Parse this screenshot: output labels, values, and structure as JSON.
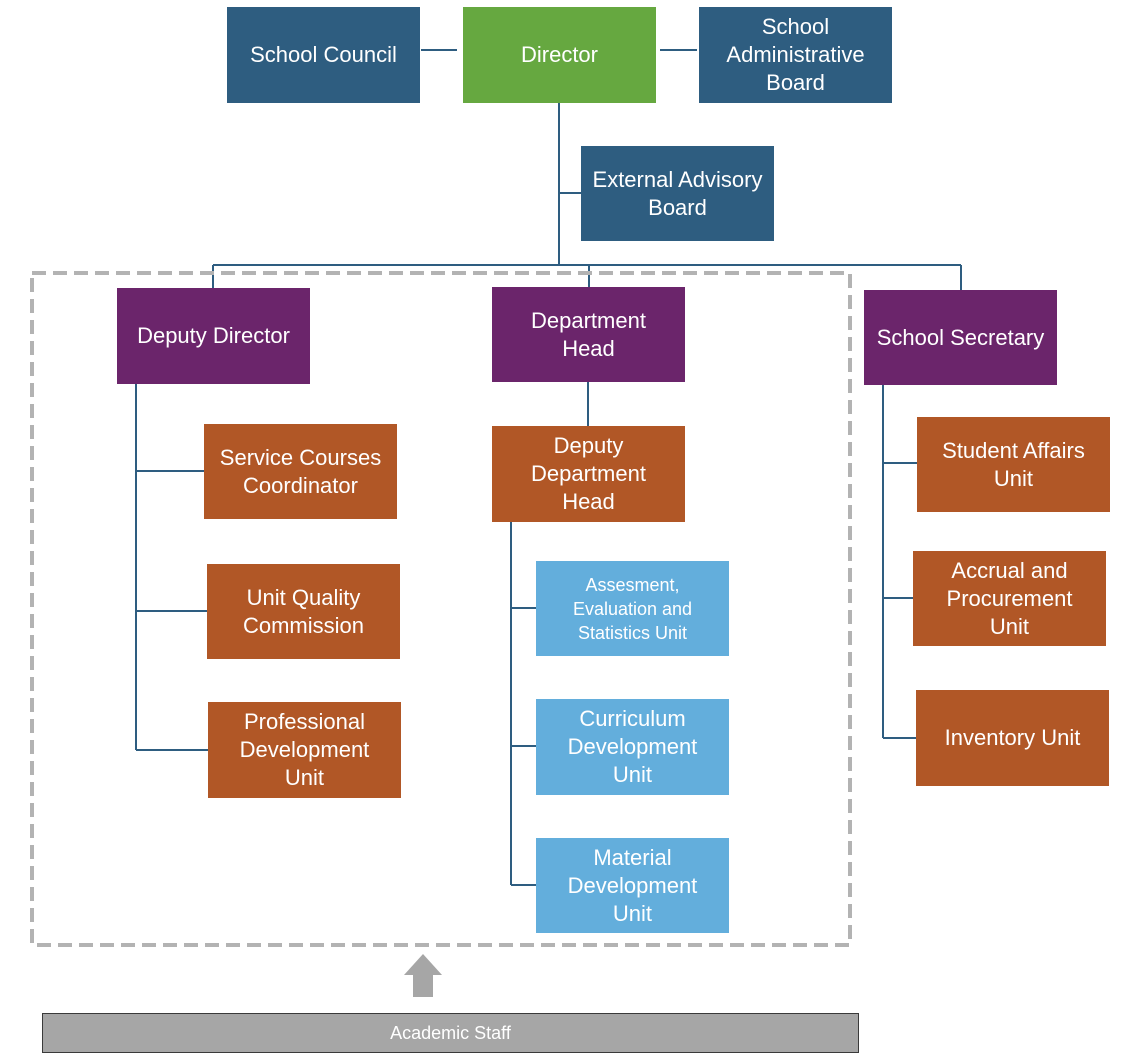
{
  "colors": {
    "blue": "#2e5d80",
    "green": "#66a840",
    "purple": "#6b256b",
    "orange": "#b15726",
    "light_blue": "#63aedc",
    "connector": "#2e5d80",
    "dashed_border": "#b3b3b3",
    "staff_bar": "#a6a6a6"
  },
  "top_row": {
    "school_council": "School Council",
    "director": "Director",
    "school_administrative_board": "School\nAdministrative\nBoard"
  },
  "external_advisory_board": "External Advisory\nBoard",
  "deputy_director": {
    "title": "Deputy Director",
    "units": [
      "Service Courses\nCoordinator",
      "Unit Quality\nCommission",
      "Professional\nDevelopment\nUnit"
    ]
  },
  "department_head": {
    "title": "Department\nHead",
    "deputy": "Deputy\nDepartment\nHead",
    "units": [
      "Assesment,\nEvaluation and\nStatistics Unit",
      "Curriculum\nDevelopment\nUnit",
      "Material\nDevelopment\nUnit"
    ]
  },
  "school_secretary": {
    "title": "School Secretary",
    "units": [
      "Student Affairs\nUnit",
      "Accrual and\nProcurement\nUnit",
      "Inventory Unit"
    ]
  },
  "academic_staff": "Academic Staff"
}
